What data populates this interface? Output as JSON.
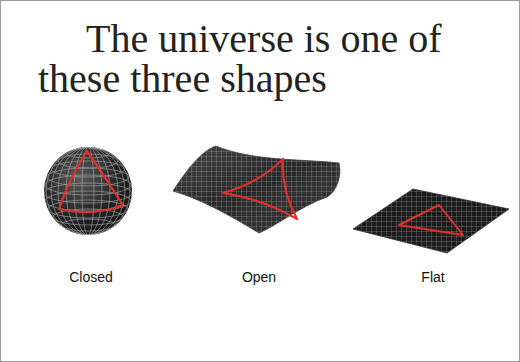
{
  "diagram": {
    "title": "The universe is one of these three shapes",
    "labels": [
      "Closed",
      "Open",
      "Flat"
    ]
  }
}
